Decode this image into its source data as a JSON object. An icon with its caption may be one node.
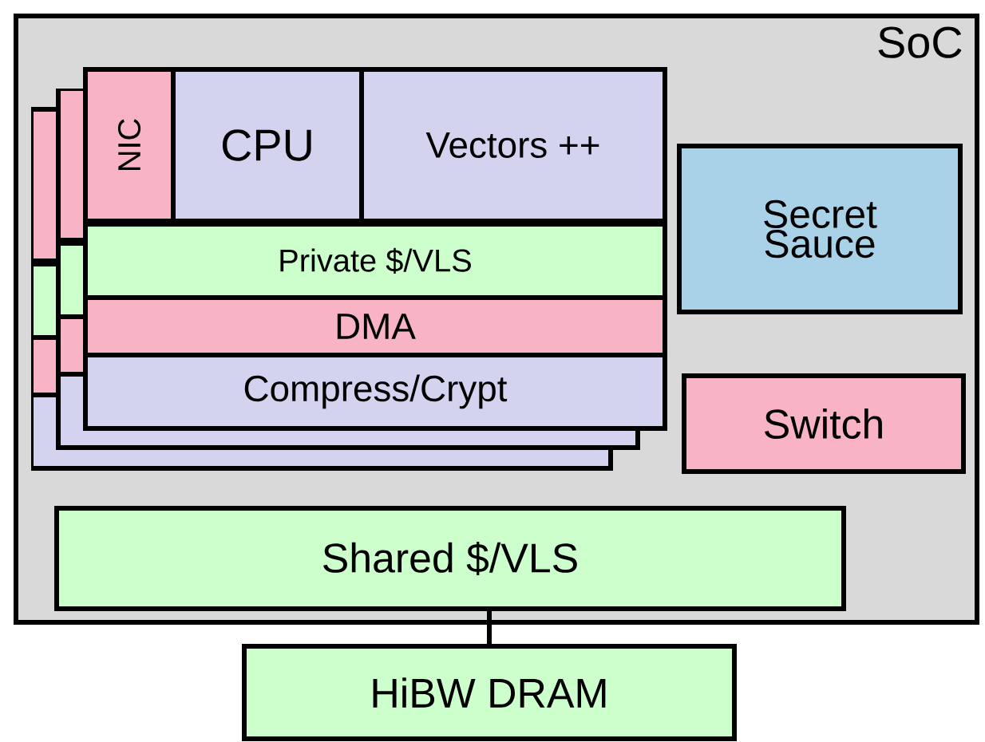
{
  "diagram": {
    "nodes": [
      {
        "text": [
          "SoC"
        ]
      },
      {
        "text": [
          "NIC"
        ],
        "in": 0
      },
      {
        "text": [
          "CPU"
        ],
        "in": 0
      },
      {
        "text": [
          "Vectors ++"
        ],
        "in": 0
      },
      {
        "text": [
          "Secret Sauce"
        ],
        "in": 0
      },
      {
        "text": [
          "Private $/VLS"
        ],
        "in": 0
      },
      {
        "text": [
          "DMA"
        ],
        "in": 0
      },
      {
        "text": [
          "Compress/Crypt"
        ],
        "in": 0
      },
      {
        "text": [
          "Switch"
        ],
        "in": 0
      },
      {
        "text": [
          "Shared $/VLS"
        ],
        "in": 0
      },
      {
        "text": [
          "HiBW DRAM"
        ]
      }
    ],
    "edges": [
      {
        "from": 9,
        "to": 10,
        "arrow": "none"
      }
    ]
  }
}
